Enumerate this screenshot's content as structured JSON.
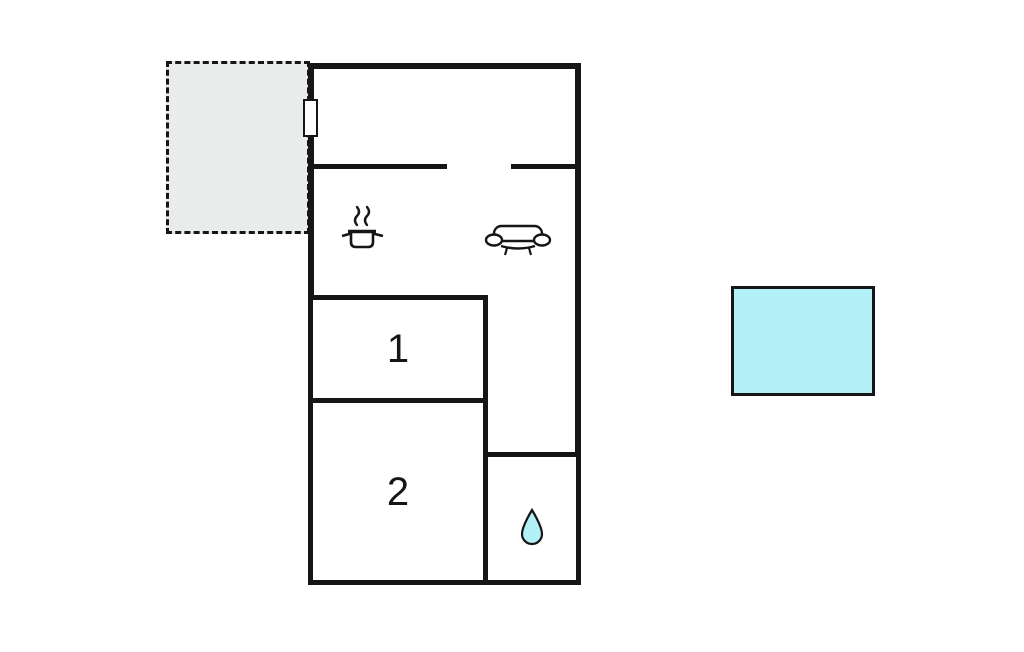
{
  "floorplan": {
    "rooms": [
      {
        "id": "room-1",
        "label": "1"
      },
      {
        "id": "room-2",
        "label": "2"
      }
    ],
    "areas": {
      "terrace": "dashed-outdoor-area",
      "bathroom": "water-drop-room",
      "pool": "cyan-rectangle"
    },
    "icons": [
      {
        "name": "cooking-pot-icon"
      },
      {
        "name": "sofa-icon"
      },
      {
        "name": "water-drop-icon"
      }
    ],
    "colors": {
      "wall": "#161616",
      "pool_fill": "#b4f0f7",
      "terrace_fill": "#e9eceb",
      "background": "#ffffff"
    }
  }
}
